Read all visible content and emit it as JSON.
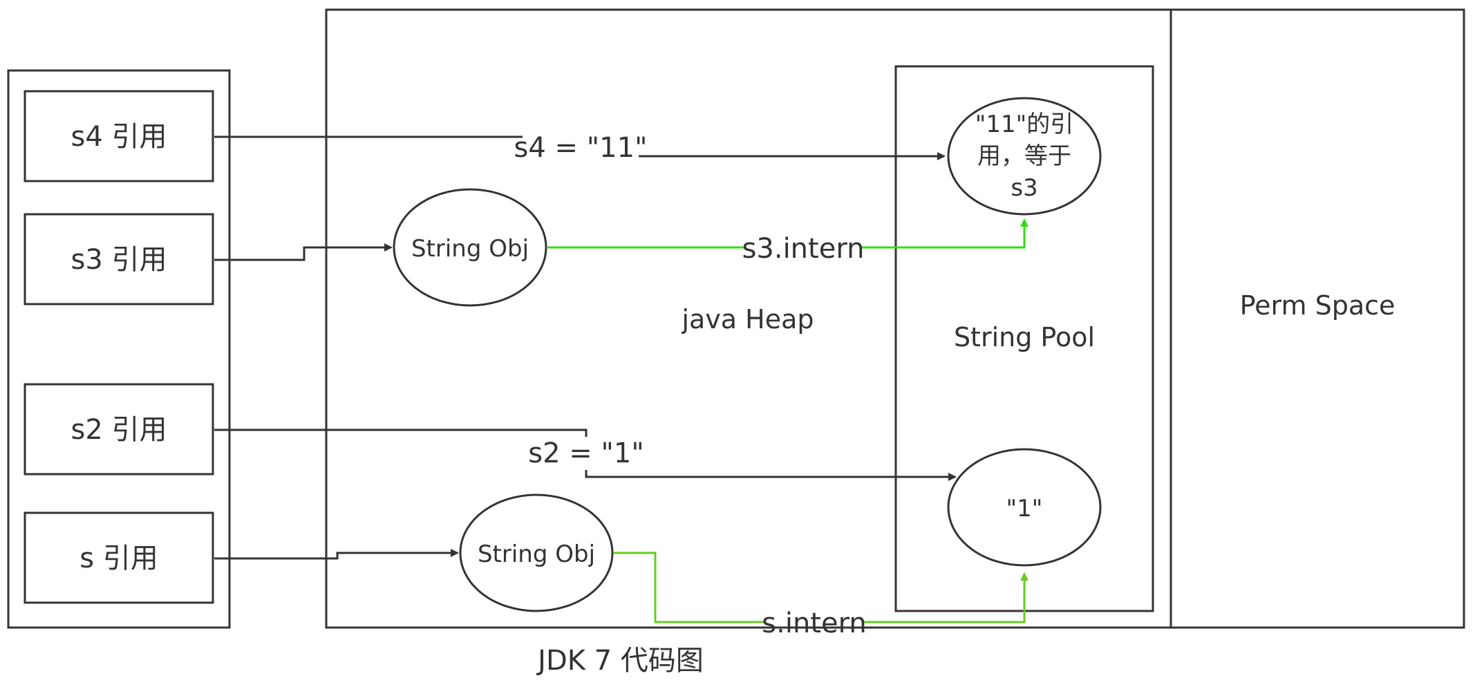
{
  "caption": "JDK 7 代码图",
  "regions": {
    "heap": "java Heap",
    "pool": "String Pool",
    "perm": "Perm Space"
  },
  "refs": {
    "s4": "s4 引用",
    "s3": "s3 引用",
    "s2": "s2 引用",
    "s": "s 引用"
  },
  "nodes": {
    "string_obj_s3": "String Obj",
    "string_obj_s": "String Obj",
    "pool_11_line1": "\"11\"的引",
    "pool_11_line2": "用，等于",
    "pool_11_line3": "s3",
    "pool_1": "\"1\""
  },
  "edges": {
    "s4_assign": "s4 = \"11\"",
    "s3_intern": "s3.intern",
    "s2_assign": "s2 = \"1\"",
    "s_intern": "s.intern"
  },
  "colors": {
    "line": "#333333",
    "intern_arrow_bright": "#33dd11",
    "intern_arrow_olive": "#66cc22"
  }
}
